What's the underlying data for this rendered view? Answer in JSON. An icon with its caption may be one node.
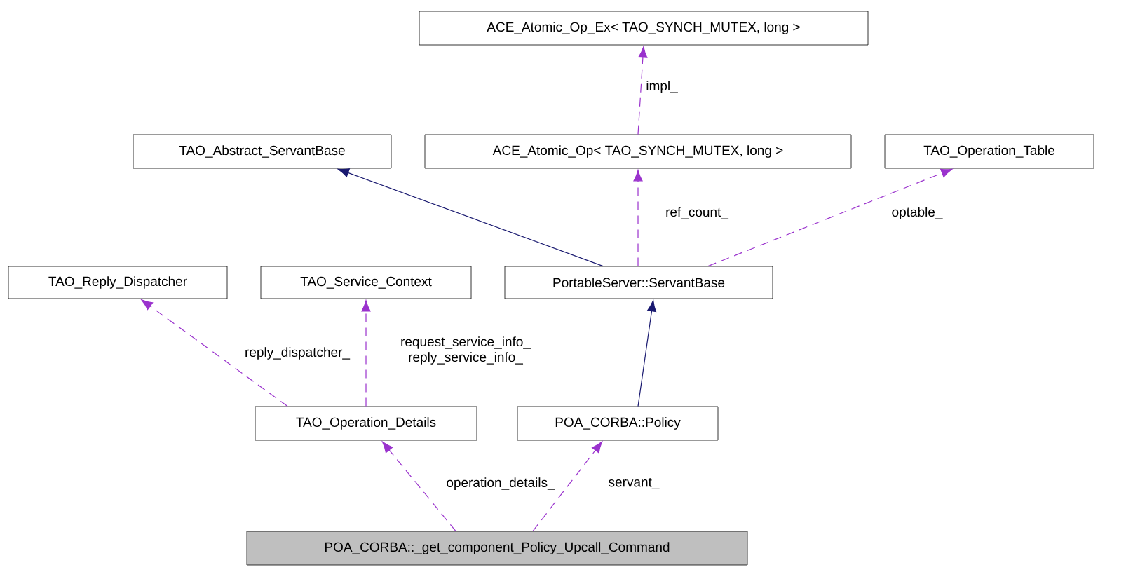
{
  "diagram": {
    "nodes": [
      {
        "text": [
          "ACE_Atomic_Op_Ex< TAO_SYNCH_MUTEX, long >"
        ]
      },
      {
        "text": [
          "TAO_Abstract_ServantBase"
        ]
      },
      {
        "text": [
          "ACE_Atomic_Op< TAO_SYNCH_MUTEX, long >"
        ]
      },
      {
        "text": [
          "TAO_Operation_Table"
        ]
      },
      {
        "text": [
          "TAO_Reply_Dispatcher"
        ]
      },
      {
        "text": [
          "TAO_Service_Context"
        ]
      },
      {
        "text": [
          "PortableServer::ServantBase"
        ]
      },
      {
        "text": [
          "TAO_Operation_Details"
        ]
      },
      {
        "text": [
          "POA_CORBA::Policy"
        ]
      },
      {
        "text": [
          "POA_CORBA::_get_component_Policy_Upcall_Command"
        ]
      }
    ],
    "edges": [
      {
        "from": 2,
        "to": 0,
        "arrow": "to",
        "label": "impl_",
        "style": "dashed"
      },
      {
        "from": 6,
        "to": 1,
        "arrow": "to",
        "color": "#191970"
      },
      {
        "from": 6,
        "to": 2,
        "arrow": "to",
        "label": "ref_count_",
        "style": "dashed"
      },
      {
        "from": 6,
        "to": 3,
        "arrow": "to",
        "label": "optable_",
        "style": "dashed"
      },
      {
        "from": 7,
        "to": 4,
        "arrow": "to",
        "label": "reply_dispatcher_",
        "style": "dashed"
      },
      {
        "from": 7,
        "to": 5,
        "arrow": "to",
        "label": "request_service_info_ reply_service_info_",
        "style": "dashed"
      },
      {
        "from": 8,
        "to": 6,
        "arrow": "to",
        "color": "#191970"
      },
      {
        "from": 9,
        "to": 7,
        "arrow": "to",
        "label": "operation_details_",
        "style": "dashed"
      },
      {
        "from": 9,
        "to": 8,
        "arrow": "to",
        "label": "servant_",
        "style": "dashed"
      }
    ]
  }
}
